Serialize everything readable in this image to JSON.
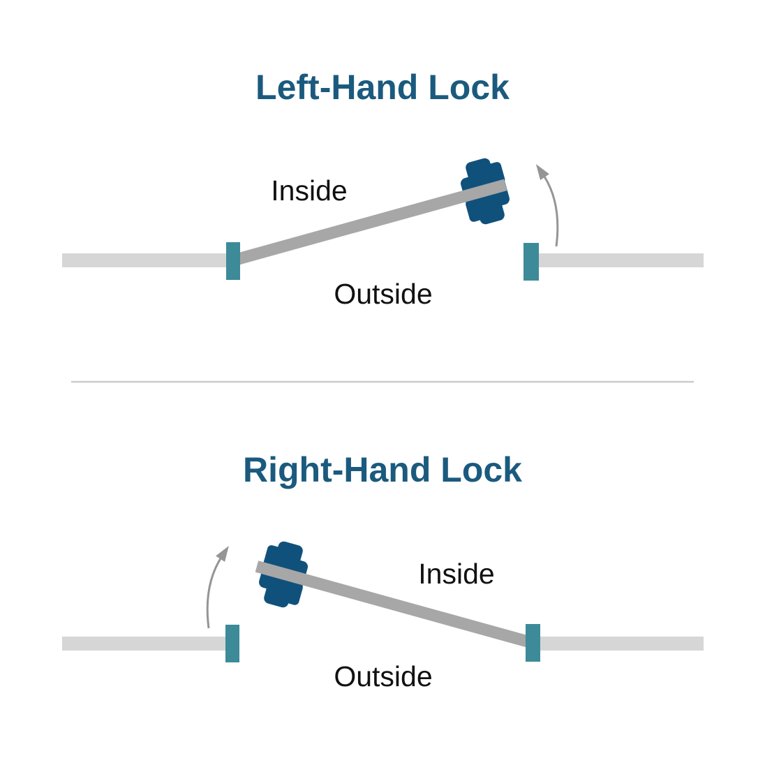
{
  "colors": {
    "title": "#1b5a7e",
    "label": "#111111",
    "knob": "#10517c",
    "jamb": "#3d8a99",
    "wall": "#d6d6d6",
    "door": "#a7a7a7",
    "arrow": "#959595",
    "divider": "#cbcbcb"
  },
  "panels": [
    {
      "id": "left-hand-lock",
      "title": "Left-Hand Lock",
      "inside_label": "Inside",
      "outside_label": "Outside"
    },
    {
      "id": "right-hand-lock",
      "title": "Right-Hand Lock",
      "inside_label": "Inside",
      "outside_label": "Outside"
    }
  ]
}
